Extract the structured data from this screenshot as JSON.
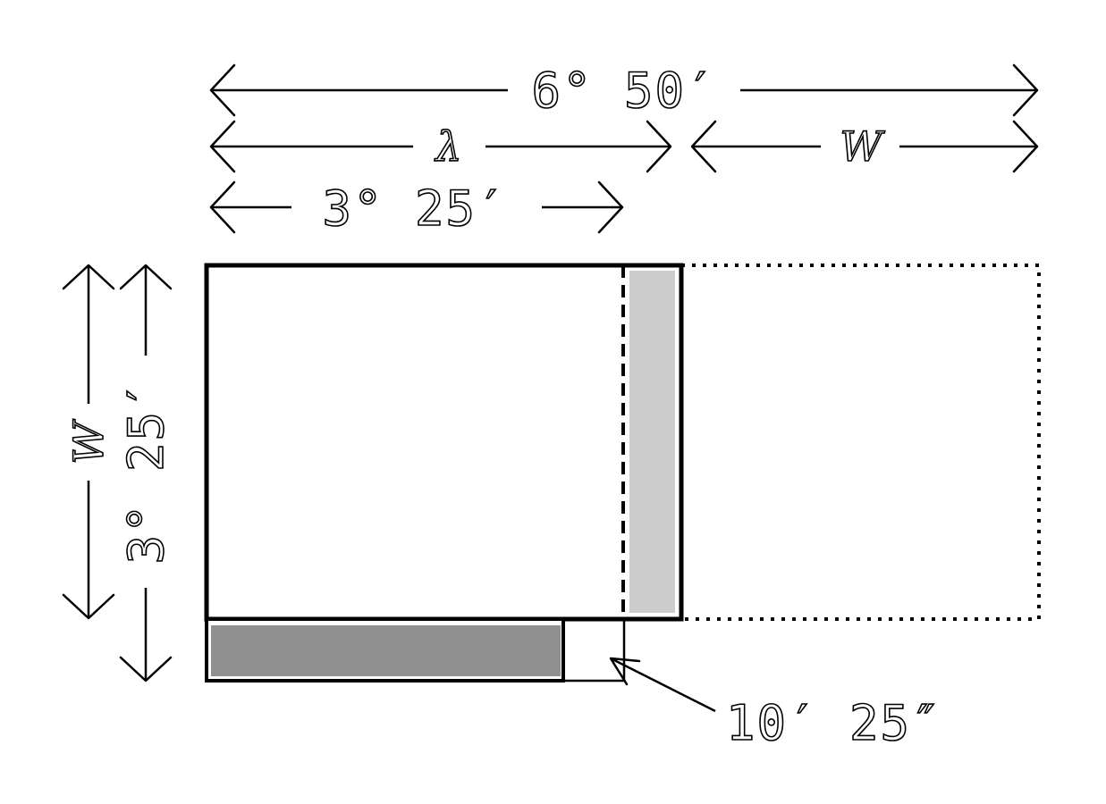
{
  "dimensions": {
    "total_width": "6° 50′",
    "lambda": "λ",
    "w_top": "W",
    "half_width": "3° 25′",
    "w_left": "W",
    "height": "3° 25′",
    "gap": "10′ 25″"
  },
  "colors": {
    "line": "#000000",
    "light_bar": "#cccccc",
    "dark_bar": "#909090",
    "background": "#ffffff"
  }
}
